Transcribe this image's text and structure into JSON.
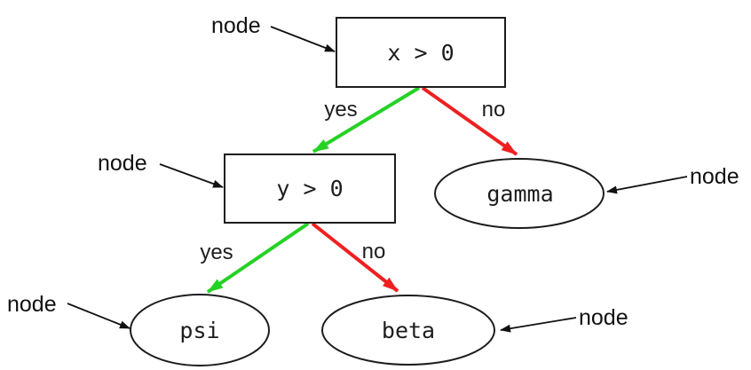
{
  "diagram": {
    "type": "decision-tree",
    "background": "#ffffff",
    "colors": {
      "yes_edge": "#24d224",
      "no_edge": "#ee2020",
      "shape_stroke": "#1d1d1d",
      "annotation": "#111111"
    },
    "nodes": [
      {
        "id": "root",
        "shape": "rect",
        "label": "x > 0"
      },
      {
        "id": "child",
        "shape": "rect",
        "label": "y > 0"
      },
      {
        "id": "gamma",
        "shape": "ellipse",
        "label": "gamma"
      },
      {
        "id": "psi",
        "shape": "ellipse",
        "label": "psi"
      },
      {
        "id": "beta",
        "shape": "ellipse",
        "label": "beta"
      }
    ],
    "edges": [
      {
        "from": "root",
        "to": "child",
        "label": "yes",
        "color_key": "yes_edge"
      },
      {
        "from": "root",
        "to": "gamma",
        "label": "no",
        "color_key": "no_edge"
      },
      {
        "from": "child",
        "to": "psi",
        "label": "yes",
        "color_key": "yes_edge"
      },
      {
        "from": "child",
        "to": "beta",
        "label": "no",
        "color_key": "no_edge"
      }
    ],
    "annotations": [
      {
        "label": "node",
        "points_to": "root"
      },
      {
        "label": "node",
        "points_to": "child"
      },
      {
        "label": "node",
        "points_to": "gamma"
      },
      {
        "label": "node",
        "points_to": "psi"
      },
      {
        "label": "node",
        "points_to": "beta"
      }
    ]
  }
}
